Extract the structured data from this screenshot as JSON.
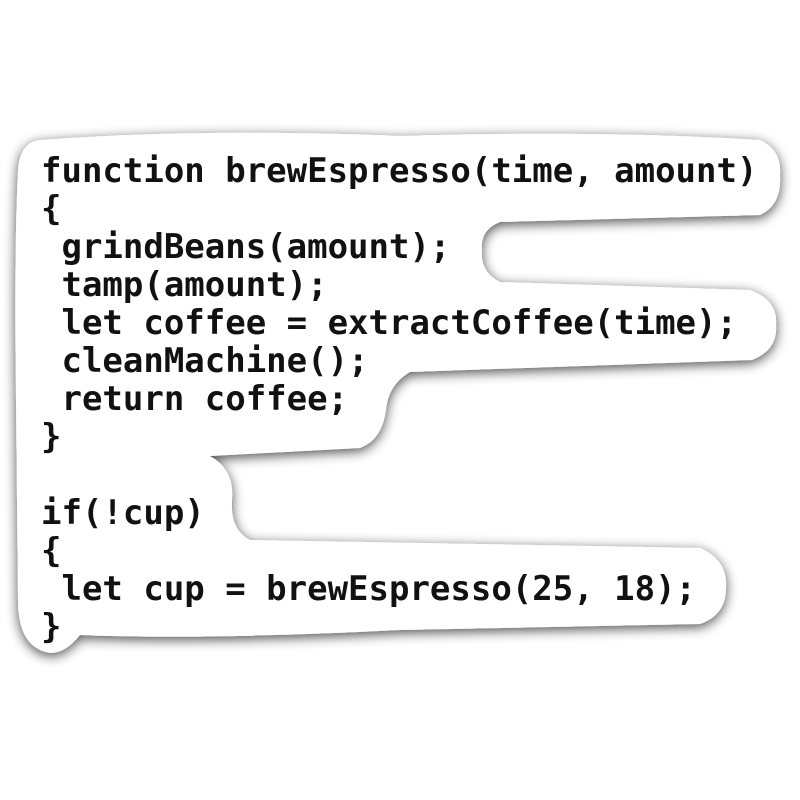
{
  "code_lines": [
    "function brewEspresso(time, amount)",
    "{",
    " grindBeans(amount);",
    " tamp(amount);",
    " let coffee = extractCoffee(time);",
    " cleanMachine();",
    " return coffee;",
    "}",
    "",
    "if(!cup)",
    "{",
    " let cup = brewEspresso(25, 18);",
    "}"
  ],
  "colors": {
    "sticker": "#ffffff",
    "shadow": "#9a9a9a",
    "text": "#111111"
  }
}
